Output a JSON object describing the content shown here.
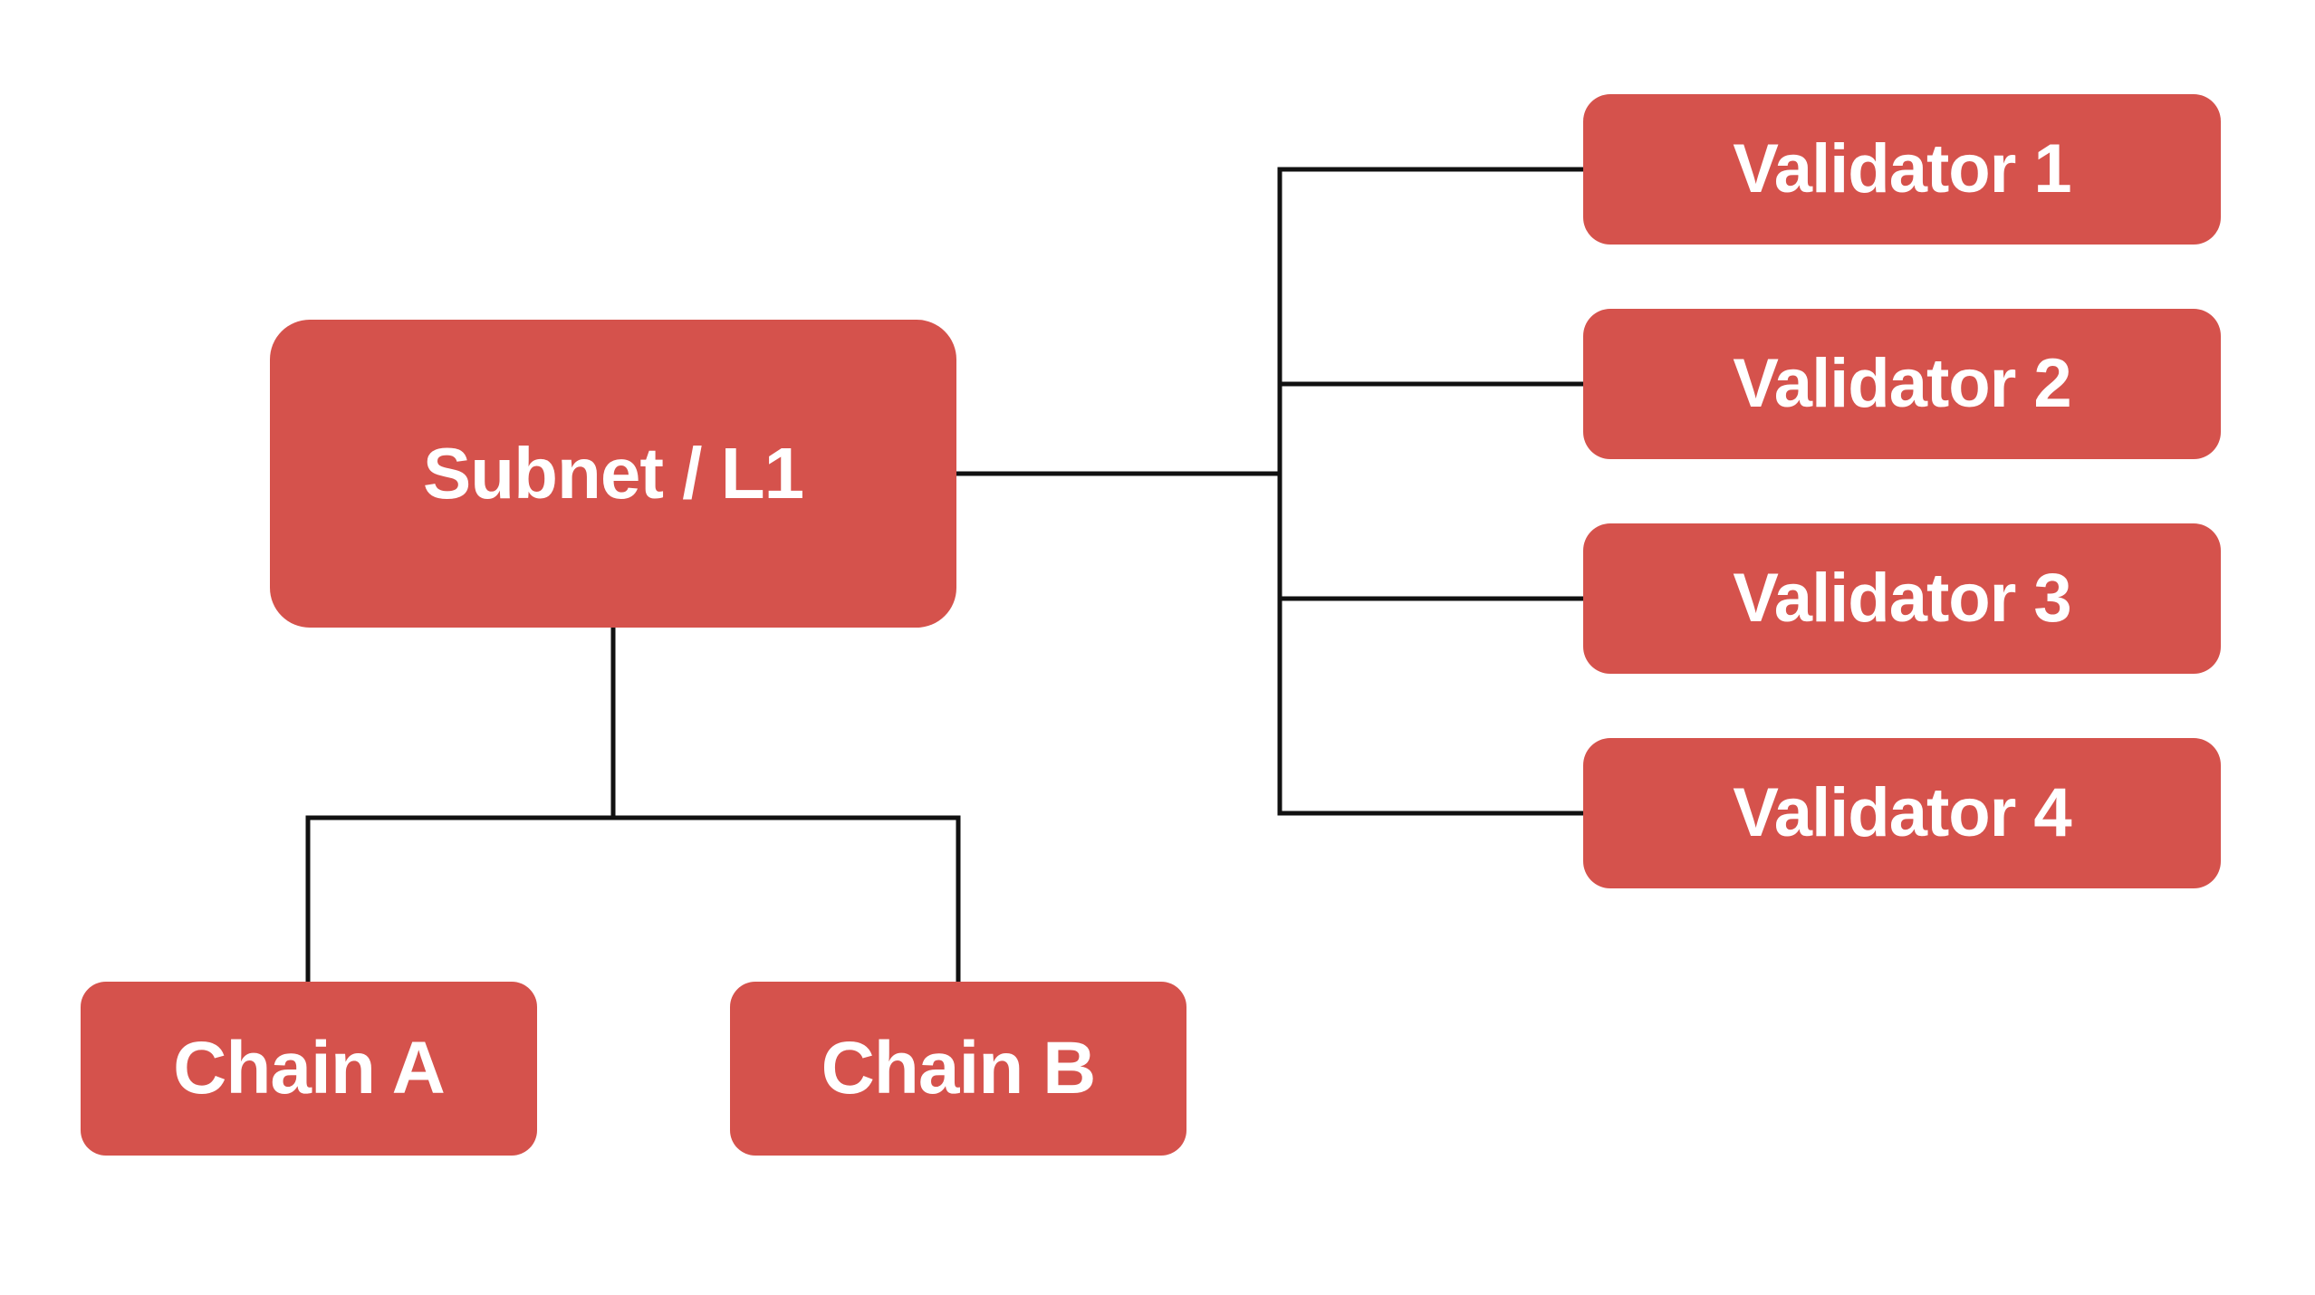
{
  "diagram": {
    "nodes": {
      "subnet": {
        "label": "Subnet / L1"
      },
      "validators": [
        {
          "label": "Validator 1"
        },
        {
          "label": "Validator 2"
        },
        {
          "label": "Validator 3"
        },
        {
          "label": "Validator 4"
        }
      ],
      "chains": [
        {
          "label": "Chain A"
        },
        {
          "label": "Chain B"
        }
      ]
    },
    "colors": {
      "node_fill": "#D5524C",
      "node_text": "#FFFFFF",
      "connector": "#111111",
      "background": "#FFFFFF"
    }
  }
}
